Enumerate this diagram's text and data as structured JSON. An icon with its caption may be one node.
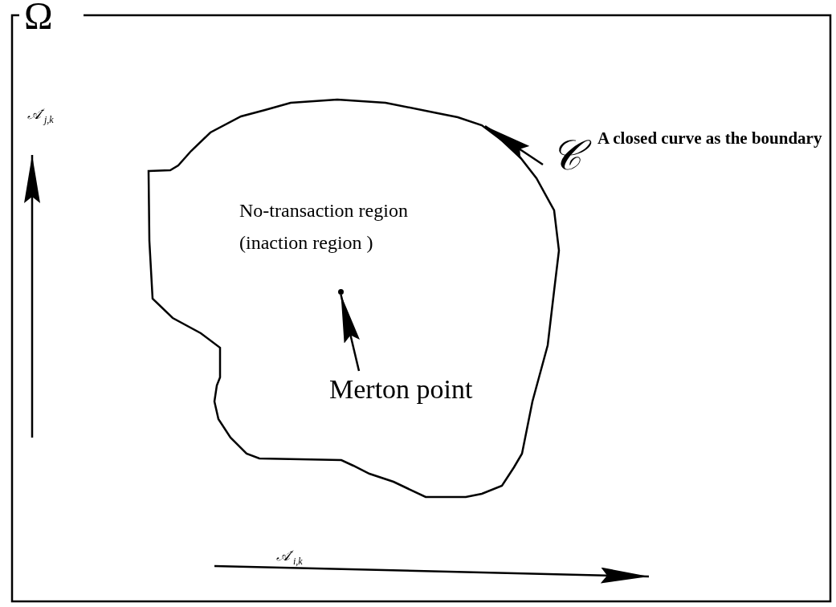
{
  "diagram": {
    "nodes": [
      {
        "text": [
          "Ω"
        ]
      },
      {
        "text": [
          "No-transaction region (inaction region )"
        ],
        "in": 0
      },
      {
        "text": [
          "Merton point"
        ],
        "in": 1
      },
      {
        "text": [],
        "shape": "circle",
        "in": 1
      },
      {
        "text": [
          "𝒞",
          "A closed curve as the boundary"
        ],
        "in": 0
      }
    ],
    "edges": [
      {
        "from": 2,
        "to": 3,
        "arrow": "to"
      },
      {
        "from": 4,
        "to": 1,
        "arrow": "to"
      }
    ],
    "labels": [
      "𝒜$^{-}$$_{j,k}$",
      "𝒜$^{-}$$_{i,k}$"
    ]
  }
}
